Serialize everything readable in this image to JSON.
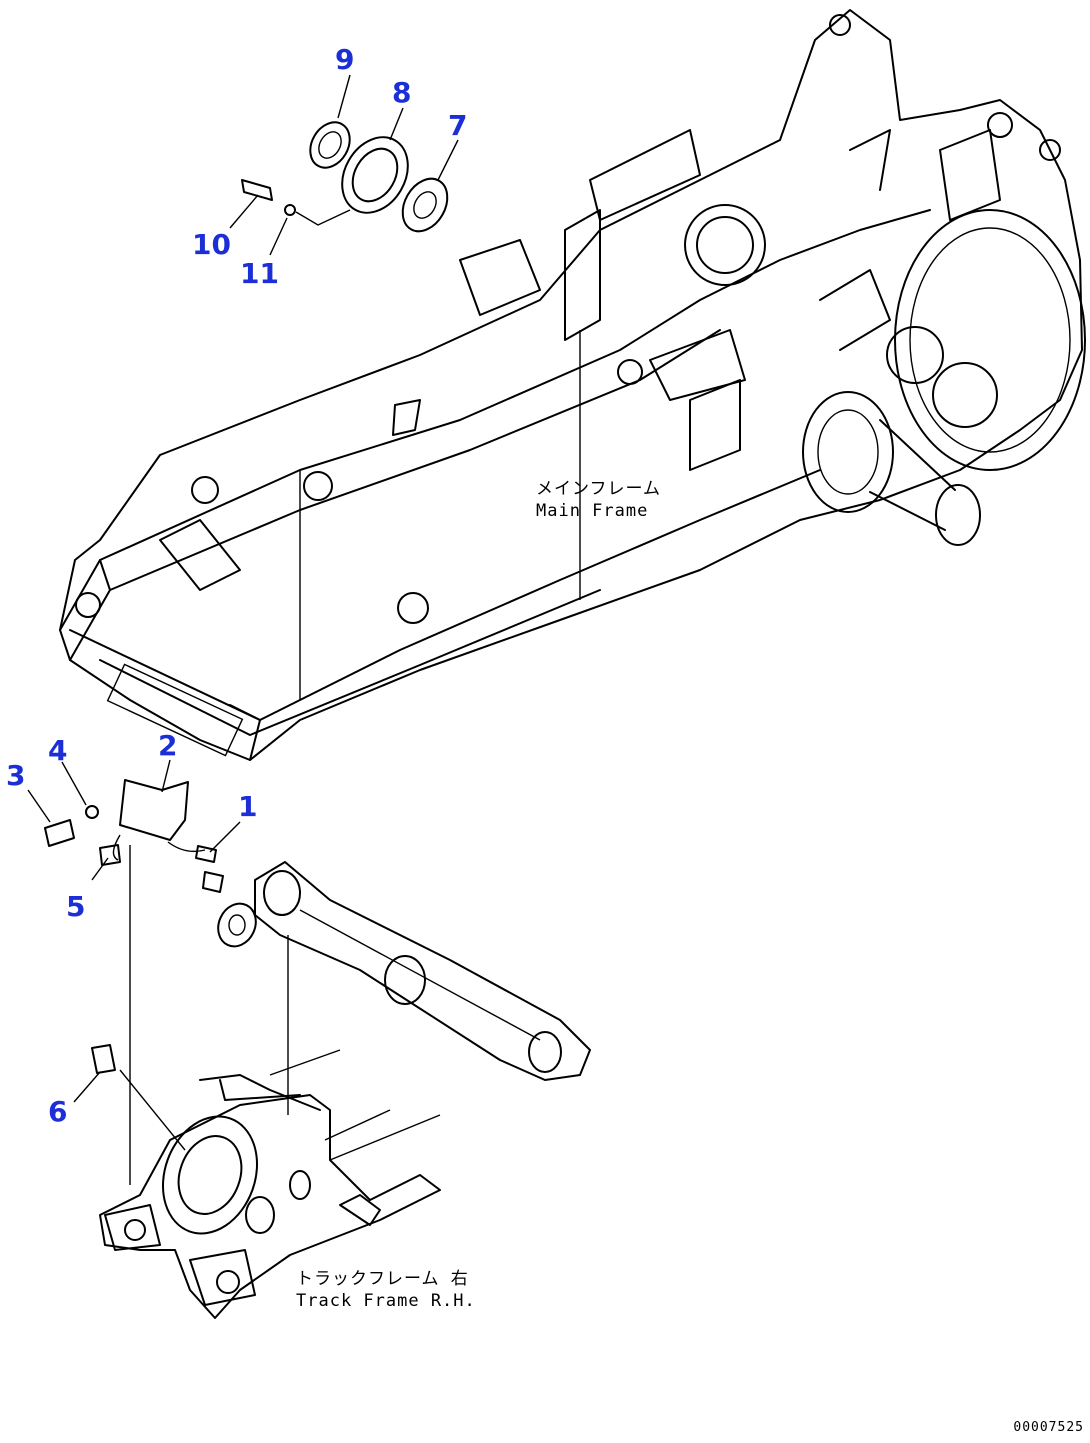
{
  "callouts": {
    "c1": "1",
    "c2": "2",
    "c3": "3",
    "c4": "4",
    "c5": "5",
    "c6": "6",
    "c7": "7",
    "c8": "8",
    "c9": "9",
    "c10": "10",
    "c11": "11"
  },
  "labels": {
    "main_frame_jp": "メインフレーム",
    "main_frame_en": "Main Frame",
    "track_frame_jp": "トラックフレーム 右",
    "track_frame_en": "Track Frame R.H."
  },
  "document_code": "00007525",
  "colors": {
    "callout": "#1c2fd6",
    "line": "#000000",
    "background": "#ffffff"
  }
}
